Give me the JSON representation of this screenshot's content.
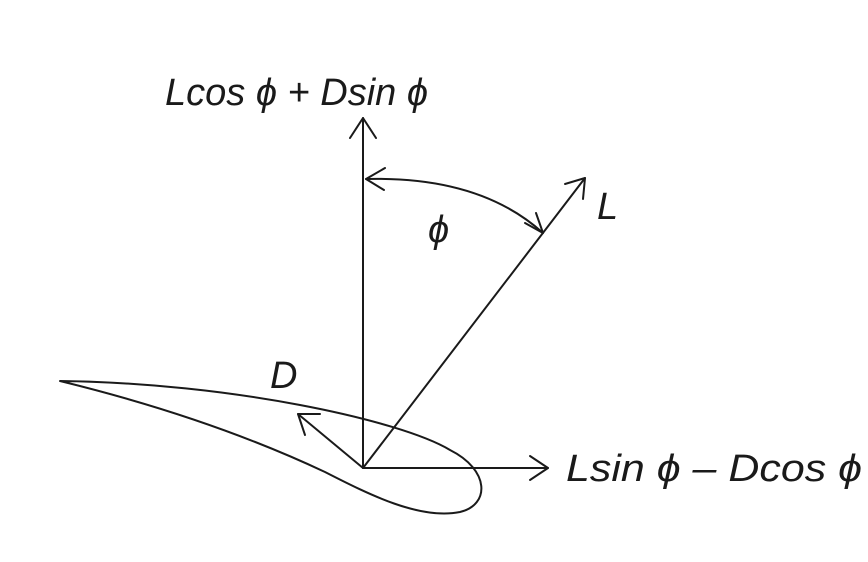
{
  "diagram": {
    "labels": {
      "vertical_resultant": "Lcos ϕ + Dsin ϕ",
      "lift": "L",
      "drag": "D",
      "angle": "ϕ",
      "horizontal_resultant": "Lsin ϕ – Dcos ϕ"
    },
    "colors": {
      "ink": "#1a1a1a",
      "background": "#ffffff"
    }
  }
}
